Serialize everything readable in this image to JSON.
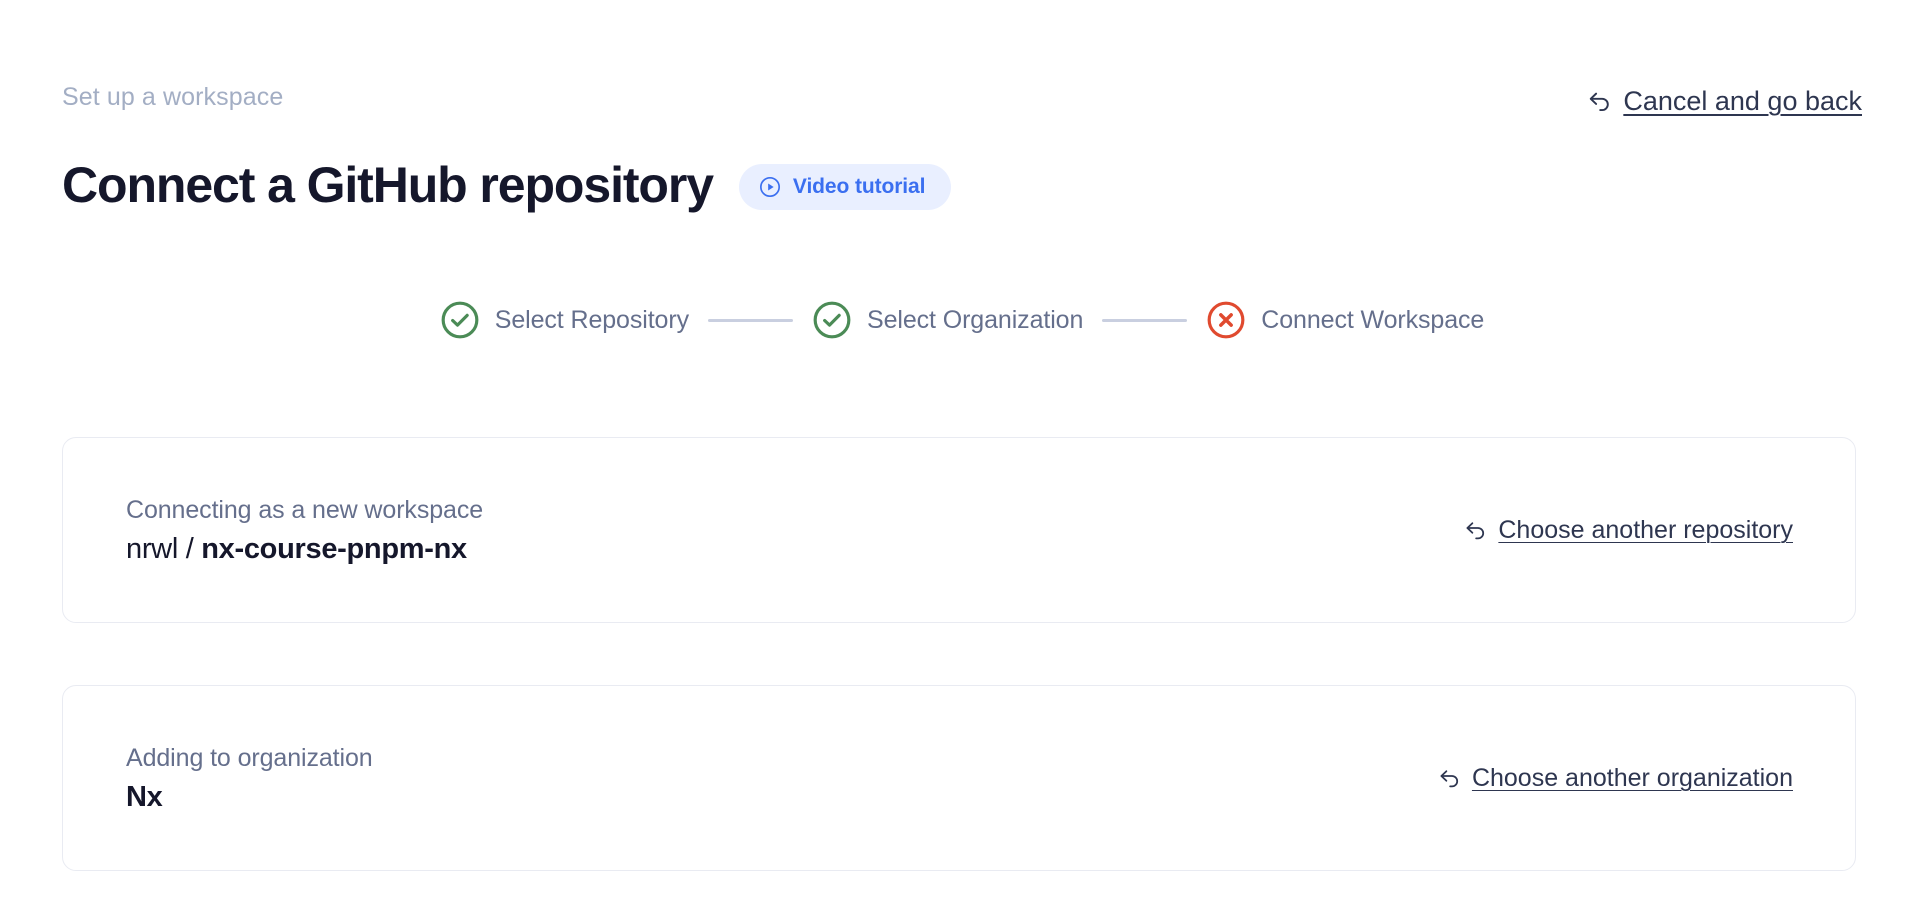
{
  "header": {
    "eyebrow": "Set up a workspace",
    "title": "Connect a GitHub repository",
    "video_badge_label": "Video tutorial",
    "video_badge_icon": "play-circle-icon",
    "cancel_label": "Cancel and go back",
    "cancel_icon": "back-arrow-icon"
  },
  "stepper": {
    "steps": [
      {
        "label": "Select Repository",
        "state": "complete",
        "icon": "check-circle-icon"
      },
      {
        "label": "Select Organization",
        "state": "complete",
        "icon": "check-circle-icon"
      },
      {
        "label": "Connect Workspace",
        "state": "error",
        "icon": "x-circle-icon"
      }
    ]
  },
  "cards": [
    {
      "caption": "Connecting as a new workspace",
      "value_owner": "nrwl / ",
      "value_name": "nx-course-pnpm-nx",
      "link_label": "Choose another repository",
      "link_icon": "back-arrow-icon"
    },
    {
      "caption": "Adding to organization",
      "value_name": "Nx",
      "link_label": "Choose another organization",
      "link_icon": "back-arrow-icon"
    }
  ],
  "colors": {
    "page_background": "#ffffff",
    "title": "#15172b",
    "eyebrow": "#a3aec4",
    "muted_text": "#656f8c",
    "link_text": "#2e3650",
    "accent_blue": "#3b6ff0",
    "badge_background": "#e9efff",
    "step_complete": "#4b8b56",
    "step_error": "#e04a2f",
    "connector": "#c9cfe0",
    "card_border": "#e9ebf2"
  }
}
